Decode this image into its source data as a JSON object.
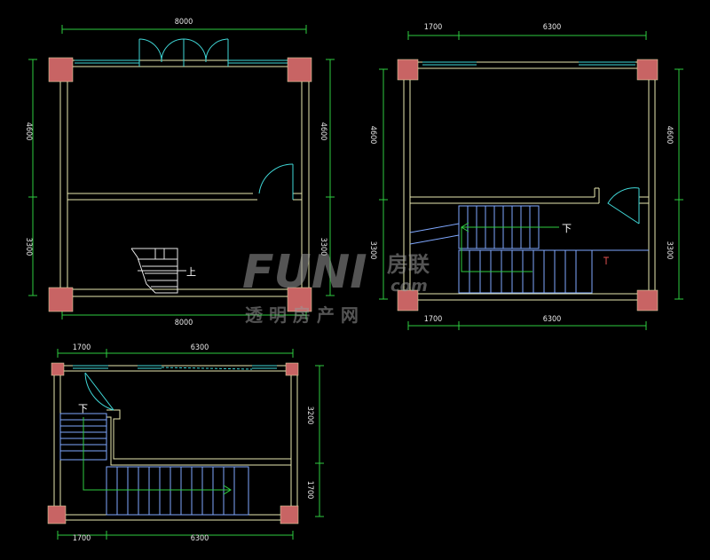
{
  "colors": {
    "background": "#000000",
    "wall": "#e8e8b0",
    "dimension_line": "#2ecc40",
    "column": "#c86464",
    "window": "#40d8d8",
    "stair": "#7fa8ff",
    "door": "#40d8d8"
  },
  "plan1": {
    "dim_top": "8000",
    "dim_bottom": "8000",
    "dim_left_upper": "4600",
    "dim_left_lower": "3300",
    "dim_right_upper": "4600",
    "dim_right_lower": "3300",
    "stair_label": "上"
  },
  "plan2": {
    "dim_top_left": "1700",
    "dim_top_right": "6300",
    "dim_bottom_left": "1700",
    "dim_bottom_right": "6300",
    "dim_left_upper": "4600",
    "dim_left_lower": "3300",
    "dim_right_upper": "4600",
    "dim_right_lower": "3300",
    "stair_label": "下"
  },
  "plan3": {
    "dim_top_left": "1700",
    "dim_top_right": "6300",
    "dim_bottom_left": "1700",
    "dim_bottom_right": "6300",
    "dim_right_upper": "3200",
    "dim_right_lower": "1700",
    "stair_label": "下"
  },
  "watermark": {
    "logo": "FUNI",
    "cn_logo": "房联",
    "sub": "com",
    "tagline": "透 明 房 产 网"
  }
}
